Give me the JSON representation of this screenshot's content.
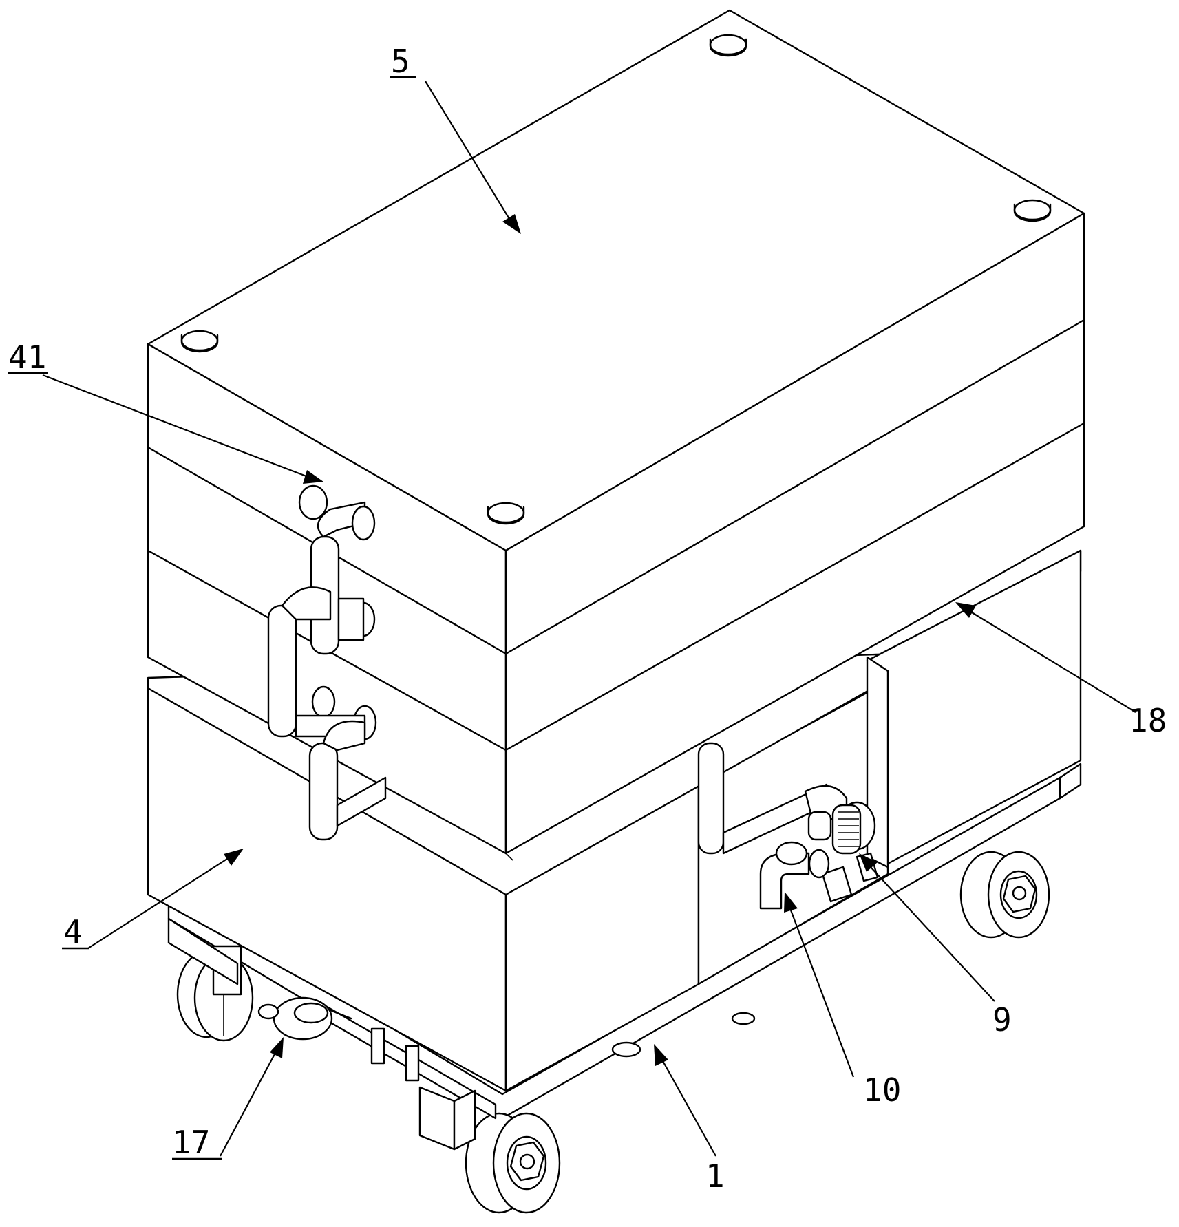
{
  "figure": {
    "labels": {
      "l5": "5",
      "l41": "41",
      "l18": "18",
      "l4": "4",
      "l9": "9",
      "l10": "10",
      "l17": "17",
      "l1": "1"
    },
    "stroke_color": "#000000",
    "background_color": "#ffffff"
  }
}
